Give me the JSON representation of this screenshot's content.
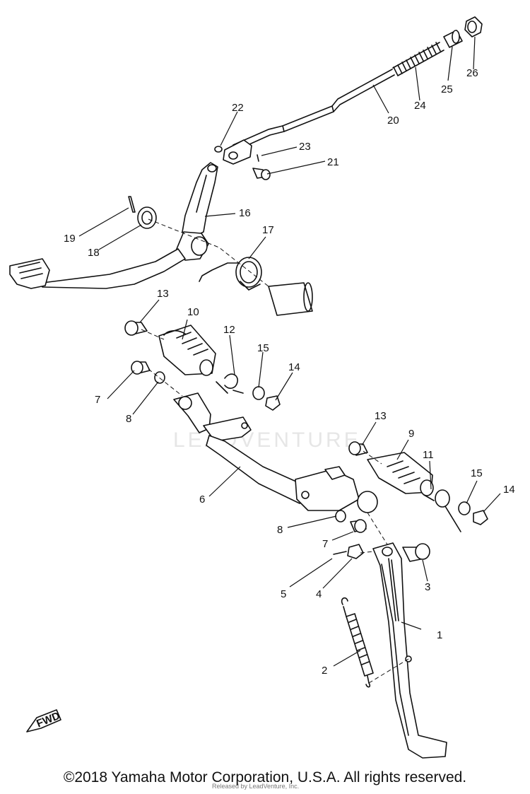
{
  "watermark": "LEADVENTURE",
  "fwd_label": "FWD",
  "copyright": "©2018 Yamaha Motor Corporation, U.S.A. All rights reserved.",
  "overlay_note": "Released by LeadVenture, Inc.",
  "callouts": {
    "c1": "1",
    "c2": "2",
    "c3": "3",
    "c4": "4",
    "c5": "5",
    "c6": "6",
    "c7a": "7",
    "c7b": "7",
    "c8a": "8",
    "c8b": "8",
    "c9": "9",
    "c10": "10",
    "c11": "11",
    "c12": "12",
    "c13a": "13",
    "c13b": "13",
    "c14a": "14",
    "c14b": "14",
    "c15a": "15",
    "c15b": "15",
    "c16": "16",
    "c17": "17",
    "c18": "18",
    "c19": "19",
    "c20": "20",
    "c21": "21",
    "c22": "22",
    "c23": "23",
    "c24": "24",
    "c25": "25",
    "c26": "26"
  }
}
